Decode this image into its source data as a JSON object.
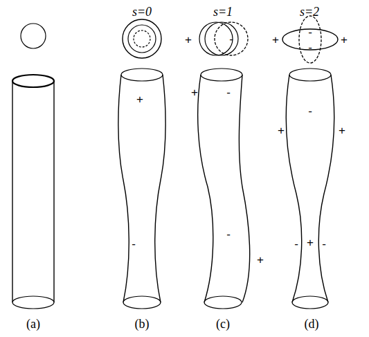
{
  "diagram": {
    "labels": [
      "s=0",
      "s=1",
      "s=2",
      "+",
      "-",
      "+",
      "-",
      "-",
      "+",
      "+",
      "-",
      "+",
      "-",
      "-",
      "+",
      "+",
      "-",
      "+",
      "-",
      "+",
      "-",
      "(a)",
      "(b)",
      "(c)",
      "(d)"
    ]
  }
}
